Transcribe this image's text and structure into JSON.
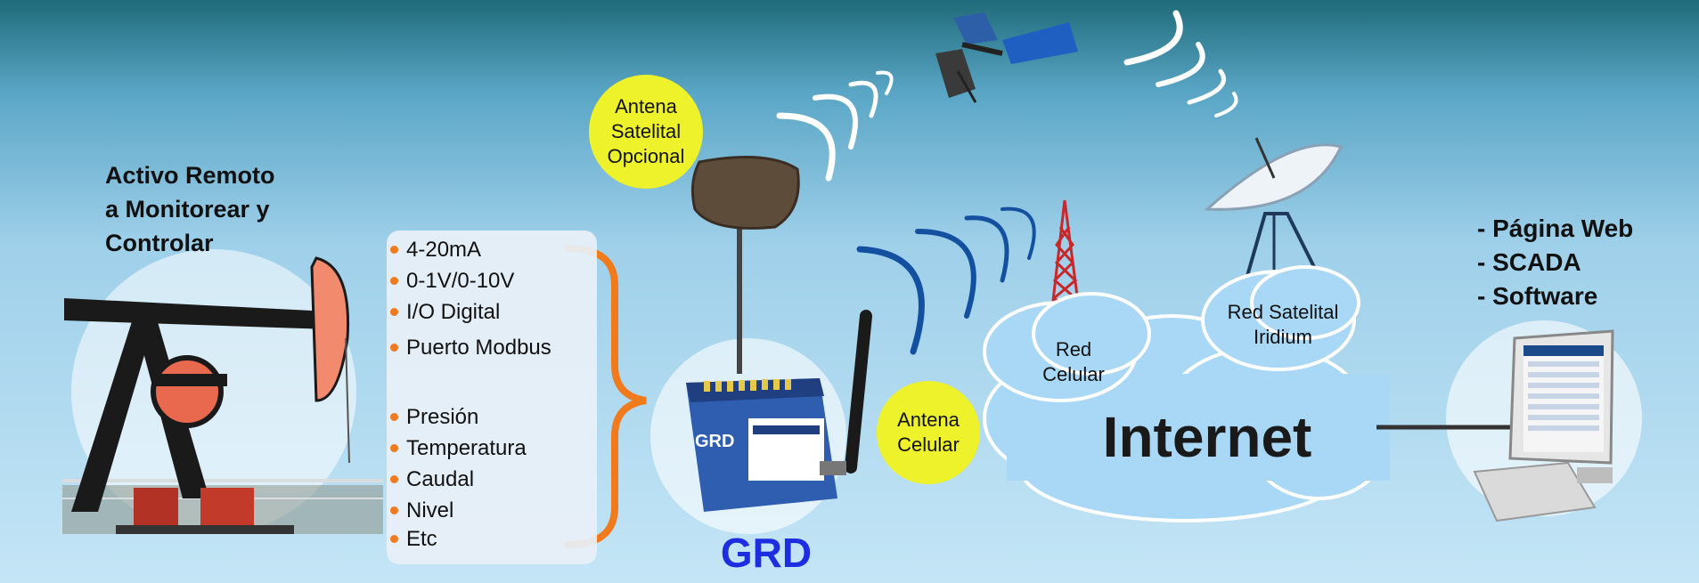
{
  "asset": {
    "title_lines": [
      "Activo Remoto",
      "a Monitorear y",
      "Controlar"
    ]
  },
  "io_inputs": [
    "4-20mA",
    "0-1V/0-10V",
    "I/O Digital",
    "Puerto Modbus"
  ],
  "io_measurements": [
    "Presión",
    "Temperatura",
    "Caudal",
    "Nivel",
    "Etc"
  ],
  "device": {
    "name": "GRD",
    "case_label": "GRD"
  },
  "antennas": {
    "satellite": [
      "Antena",
      "Satelital",
      "Opcional"
    ],
    "cellular": [
      "Antena",
      "Celular"
    ]
  },
  "networks": {
    "cellular": [
      "Red",
      "Celular"
    ],
    "satellite": [
      "Red Satelital",
      "Iridium"
    ],
    "internet": "Internet"
  },
  "outputs": [
    "- Página Web",
    "- SCADA",
    "- Software"
  ],
  "colors": {
    "brace": "#f07a1c",
    "bullet": "#f07a1c",
    "grd_text": "#1d2de0",
    "antenna_bubble": "#eef22a",
    "cloud": "#a8d8f5",
    "cell_wave": "#1450a0",
    "sat_wave": "#ffffff"
  },
  "icons": [
    "pumpjack-icon",
    "satellite-icon",
    "satellite-dish-icon",
    "cell-tower-icon",
    "computer-monitor-icon",
    "keyboard-icon"
  ]
}
